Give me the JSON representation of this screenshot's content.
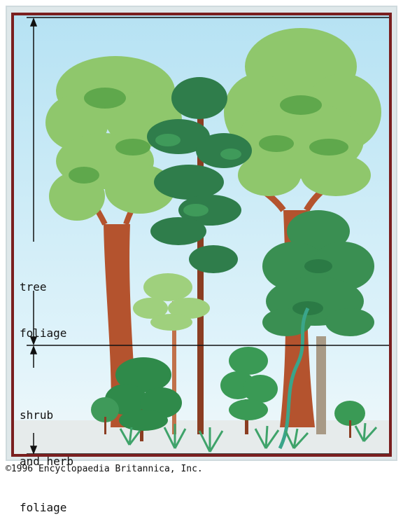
{
  "labels": {
    "tree_foliage": [
      "tree",
      "foliage"
    ],
    "shrub_herb_foliage": [
      "shrub",
      "and herb",
      "foliage"
    ]
  },
  "copyright": "©1996 Encyclopaedia Britannica, Inc.",
  "colors": {
    "frame": "#7a1f1f",
    "sky_top": "#bfe6f4",
    "sky_bottom": "#e6f6fb",
    "ground": "#e8ecec",
    "trunk": "#b4532e",
    "trunk_dark": "#7e3a20",
    "foliage_light": "#8fc76c",
    "foliage_mid": "#4aa24a",
    "foliage_dark": "#2f7d4b",
    "teal_leaf": "#3aa58a"
  }
}
